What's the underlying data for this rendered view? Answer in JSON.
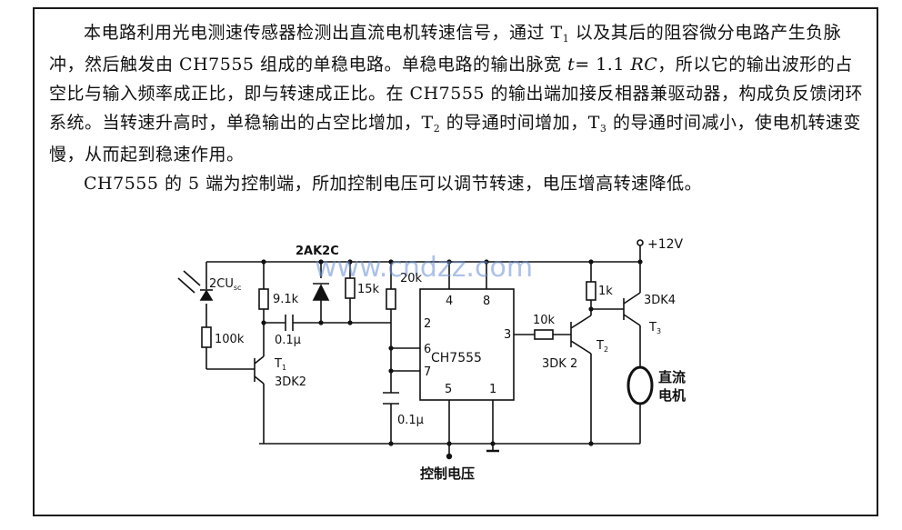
{
  "paragraph1": {
    "part1": "本电路利用光电测速传感器检测出直流电机转速信号，通过 T",
    "t1_sub": "1",
    "part2": " 以及其后的阻容微分电路产生负脉冲，然后触发由 CH7555 组成的单稳电路。单稳电路的输出脉宽 ",
    "formula_t": "t",
    "formula_mid": "= 1.1 ",
    "formula_rc": "RC",
    "part3": "，所以它的输出波形的占空比与输入频率成正比，即与转速成正比。在 CH7555 的输出端加接反相器兼驱动器，构成负反馈闭环系统。当转速升高时，单稳输出的占空比增加，T",
    "t2_sub": "2",
    "part4": " 的导通时间增加，T",
    "t3_sub": "3",
    "part5": " 的导通时间减小，使电机转速变慢，从而起到稳速作用。"
  },
  "paragraph2": "CH7555 的 5 端为控制端，所加控制电压可以调节转速，电压增高转速降低。",
  "diagram": {
    "watermark": "www.cndzz.com",
    "supply": "+12V",
    "photodiode": {
      "name": "2CU",
      "suffix": "sc"
    },
    "diode": "2AK2C",
    "r_100k": "100k",
    "r_9_1k": "9.1k",
    "r_15k": "15k",
    "r_20k": "20k",
    "r_10k": "10k",
    "r_1k": "1k",
    "c1": "0.1μ",
    "c2": "0.1μ",
    "ic": {
      "name": "CH7555",
      "pin4": "4",
      "pin8": "8",
      "pin2": "2",
      "pin6": "6",
      "pin7": "7",
      "pin3": "3",
      "pin5": "5",
      "pin1": "1"
    },
    "t1": {
      "label": "T",
      "sub": "1",
      "model": "3DK2"
    },
    "t2": {
      "label": "T",
      "sub": "2",
      "model": "3DK 2"
    },
    "t3": {
      "label": "T",
      "sub": "3",
      "model": "3DK4"
    },
    "motor_label_1": "直流",
    "motor_label_2": "电机",
    "control_label": "控制电压"
  },
  "colors": {
    "ink": "#111111",
    "watermark": "#6a8fd4"
  }
}
